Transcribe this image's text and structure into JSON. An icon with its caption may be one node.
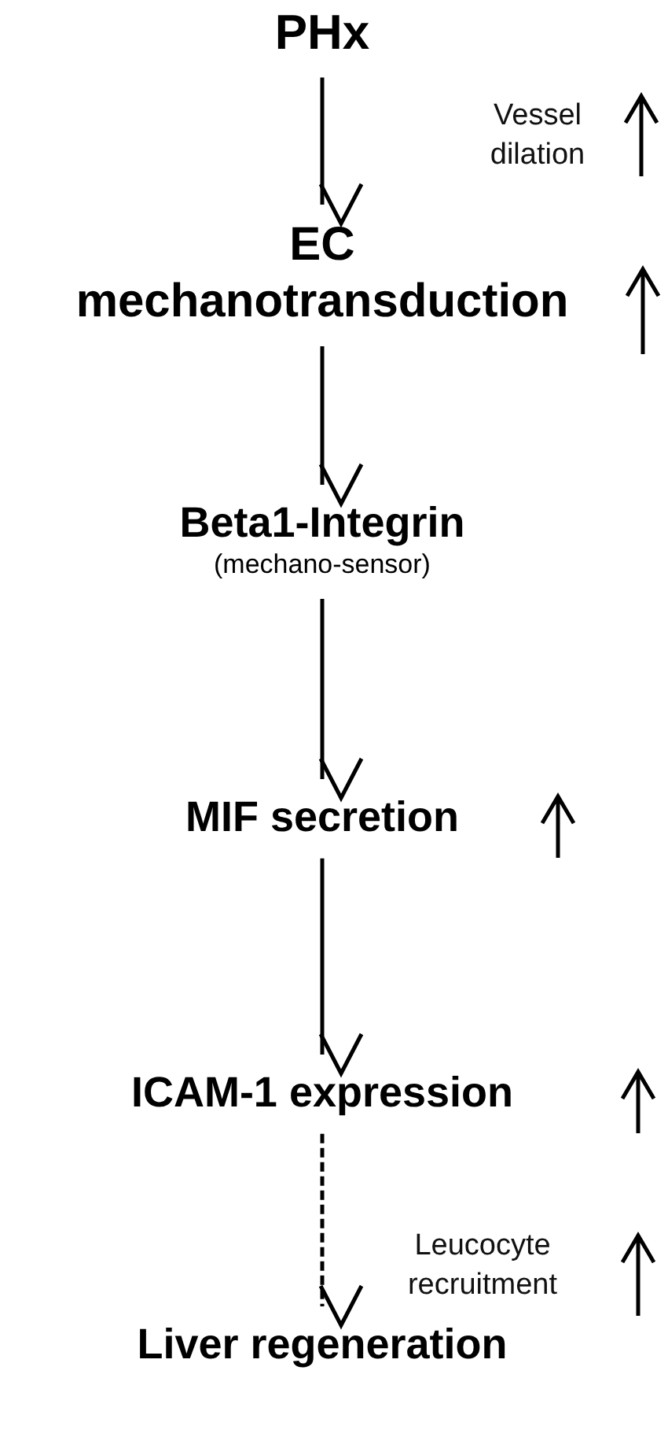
{
  "diagram": {
    "nodes": [
      {
        "text": [
          "PHx"
        ]
      },
      {
        "text": [
          "EC mechanotransduction"
        ]
      },
      {
        "text": [
          "Beta1-Integrin",
          "(mechano-sensor)"
        ]
      },
      {
        "text": [
          "MIF secretion"
        ]
      },
      {
        "text": [
          "ICAM-1 expression"
        ]
      },
      {
        "text": [
          "Liver regeneration"
        ]
      }
    ],
    "edges": [
      {
        "from": 0,
        "to": 1,
        "arrow": "to"
      },
      {
        "from": 1,
        "to": 2,
        "arrow": "to"
      },
      {
        "from": 2,
        "to": 3,
        "arrow": "to"
      },
      {
        "from": 3,
        "to": 4,
        "arrow": "to"
      },
      {
        "from": 4,
        "to": 5,
        "arrow": "to",
        "style": "dashed"
      }
    ],
    "labels": [
      "Vessel dilation",
      "Leucocyte recruitment"
    ]
  }
}
